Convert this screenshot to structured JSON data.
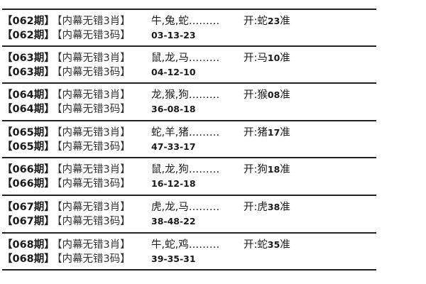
{
  "prefix_open": "开:",
  "label_xiao": "【内幕无错3肖】",
  "label_ma": "【内幕无错3码】",
  "rows": [
    {
      "period": "【062期】",
      "zodiacs": "牛,兔,蛇………",
      "result_animal": "蛇",
      "result_num": "23",
      "result_suffix": "准",
      "numbers": "03-13-23"
    },
    {
      "period": "【063期】",
      "zodiacs": "鼠,龙,马………",
      "result_animal": "马",
      "result_num": "10",
      "result_suffix": "准",
      "numbers": "04-12-10"
    },
    {
      "period": "【064期】",
      "zodiacs": "龙,猴,狗………",
      "result_animal": "猴",
      "result_num": "08",
      "result_suffix": "准",
      "numbers": "36-08-18"
    },
    {
      "period": "【065期】",
      "zodiacs": "蛇,羊,猪………",
      "result_animal": "猪",
      "result_num": "17",
      "result_suffix": "准",
      "numbers": "47-33-17"
    },
    {
      "period": "【066期】",
      "zodiacs": "鼠,龙,狗………",
      "result_animal": "狗",
      "result_num": "18",
      "result_suffix": "准",
      "numbers": "16-12-18"
    },
    {
      "period": "【067期】",
      "zodiacs": "虎,龙,马………",
      "result_animal": "虎",
      "result_num": "38",
      "result_suffix": "准",
      "numbers": "38-48-22"
    },
    {
      "period": "【068期】",
      "zodiacs": "牛,蛇,鸡………",
      "result_animal": "蛇",
      "result_num": "35",
      "result_suffix": "准",
      "numbers": "39-35-31"
    }
  ]
}
